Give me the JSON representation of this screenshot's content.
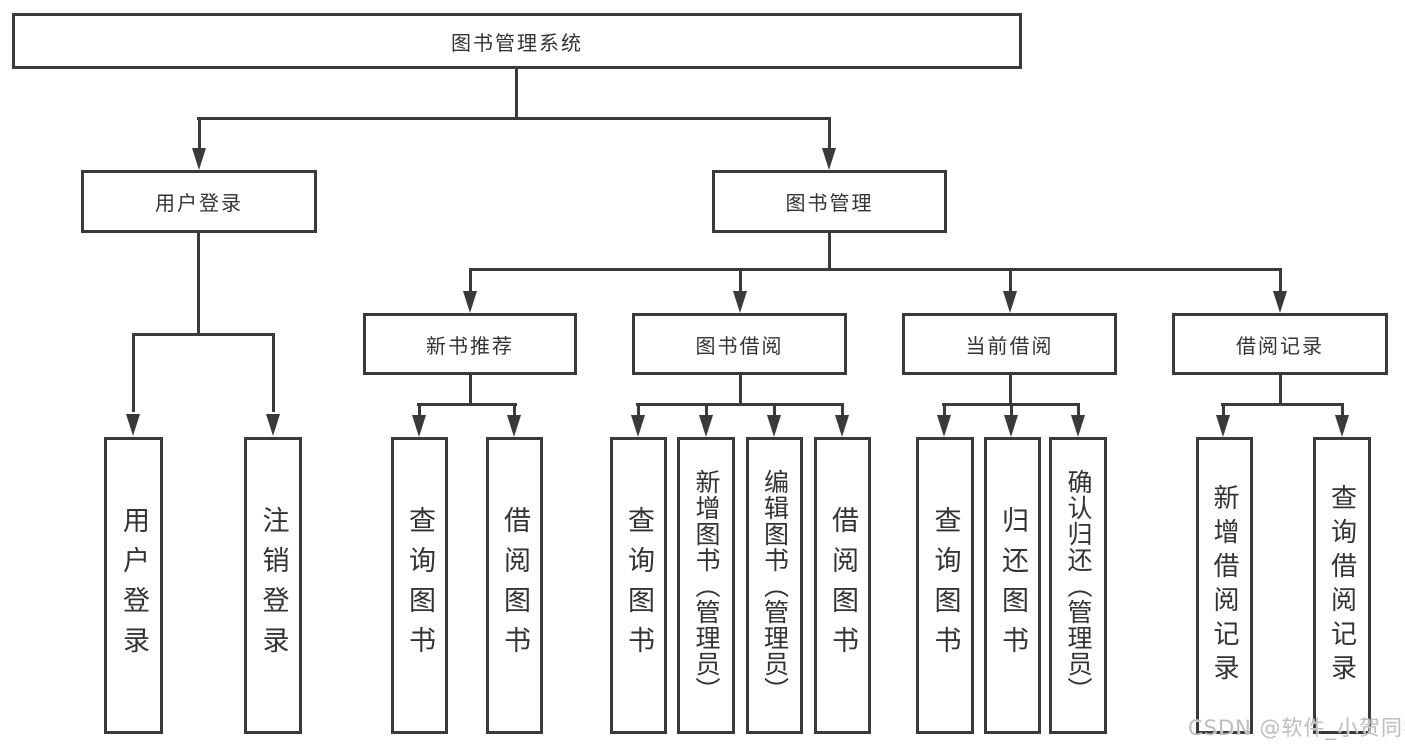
{
  "diagram": {
    "root_label": "图书管理系统",
    "user_branch": {
      "label": "用户登录",
      "children": [
        "用户登录",
        "注销登录"
      ]
    },
    "book_branch": {
      "label": "图书管理",
      "groups": [
        {
          "label": "新书推荐",
          "children": [
            "查询图书",
            "借阅图书"
          ]
        },
        {
          "label": "图书借阅",
          "children": [
            "查询图书",
            "新增图书（管理员）",
            "编辑图书（管理员）",
            "借阅图书"
          ]
        },
        {
          "label": "当前借阅",
          "children": [
            "查询图书",
            "归还图书",
            "确认归还（管理员）"
          ]
        },
        {
          "label": "借阅记录",
          "children": [
            "新增借阅记录",
            "查询借阅记录"
          ]
        }
      ]
    }
  },
  "watermark": "CSDN @软件_小贺同学",
  "colors": {
    "line": "#3a3a3a",
    "text": "#333333",
    "box_bg": "#ffffff",
    "watermark": "#bdbdbd",
    "background": "#ffffff"
  }
}
